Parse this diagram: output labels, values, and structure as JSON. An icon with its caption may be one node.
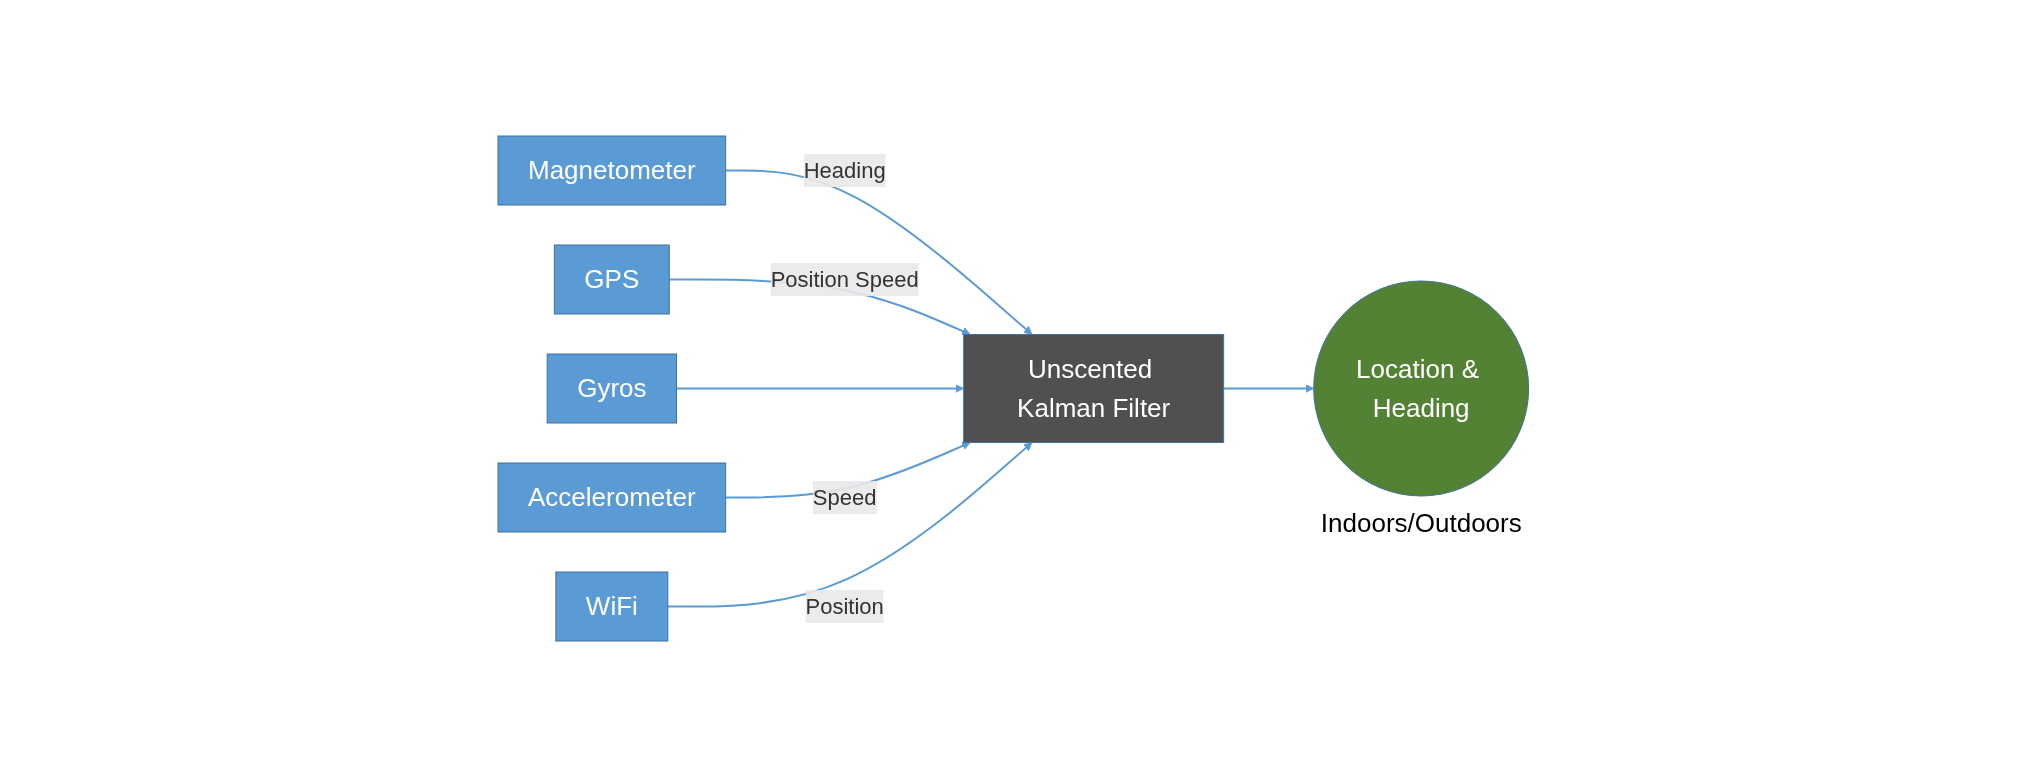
{
  "diagram": {
    "nodes": [
      {
        "text": [
          "Magnetometer"
        ]
      },
      {
        "text": [
          "GPS"
        ]
      },
      {
        "text": [
          "Gyros"
        ]
      },
      {
        "text": [
          "Unscented Kalman Filter"
        ]
      },
      {
        "text": [
          "Location & Heading"
        ],
        "beside": [
          "Indoors/Outdoors"
        ]
      },
      {
        "text": [
          "Accelerometer"
        ]
      },
      {
        "text": [
          "WiFi"
        ]
      }
    ],
    "edges": [
      {
        "from": 0,
        "to": 3,
        "arrow": "to",
        "label": "Heading"
      },
      {
        "from": 1,
        "to": 3,
        "arrow": "to",
        "label": "Position Speed"
      },
      {
        "from": 2,
        "to": 3,
        "arrow": "to"
      },
      {
        "from": 5,
        "to": 3,
        "arrow": "to",
        "label": "Speed"
      },
      {
        "from": 6,
        "to": 3,
        "arrow": "to",
        "label": "Position"
      },
      {
        "from": 3,
        "to": 4,
        "arrow": "to"
      }
    ]
  }
}
